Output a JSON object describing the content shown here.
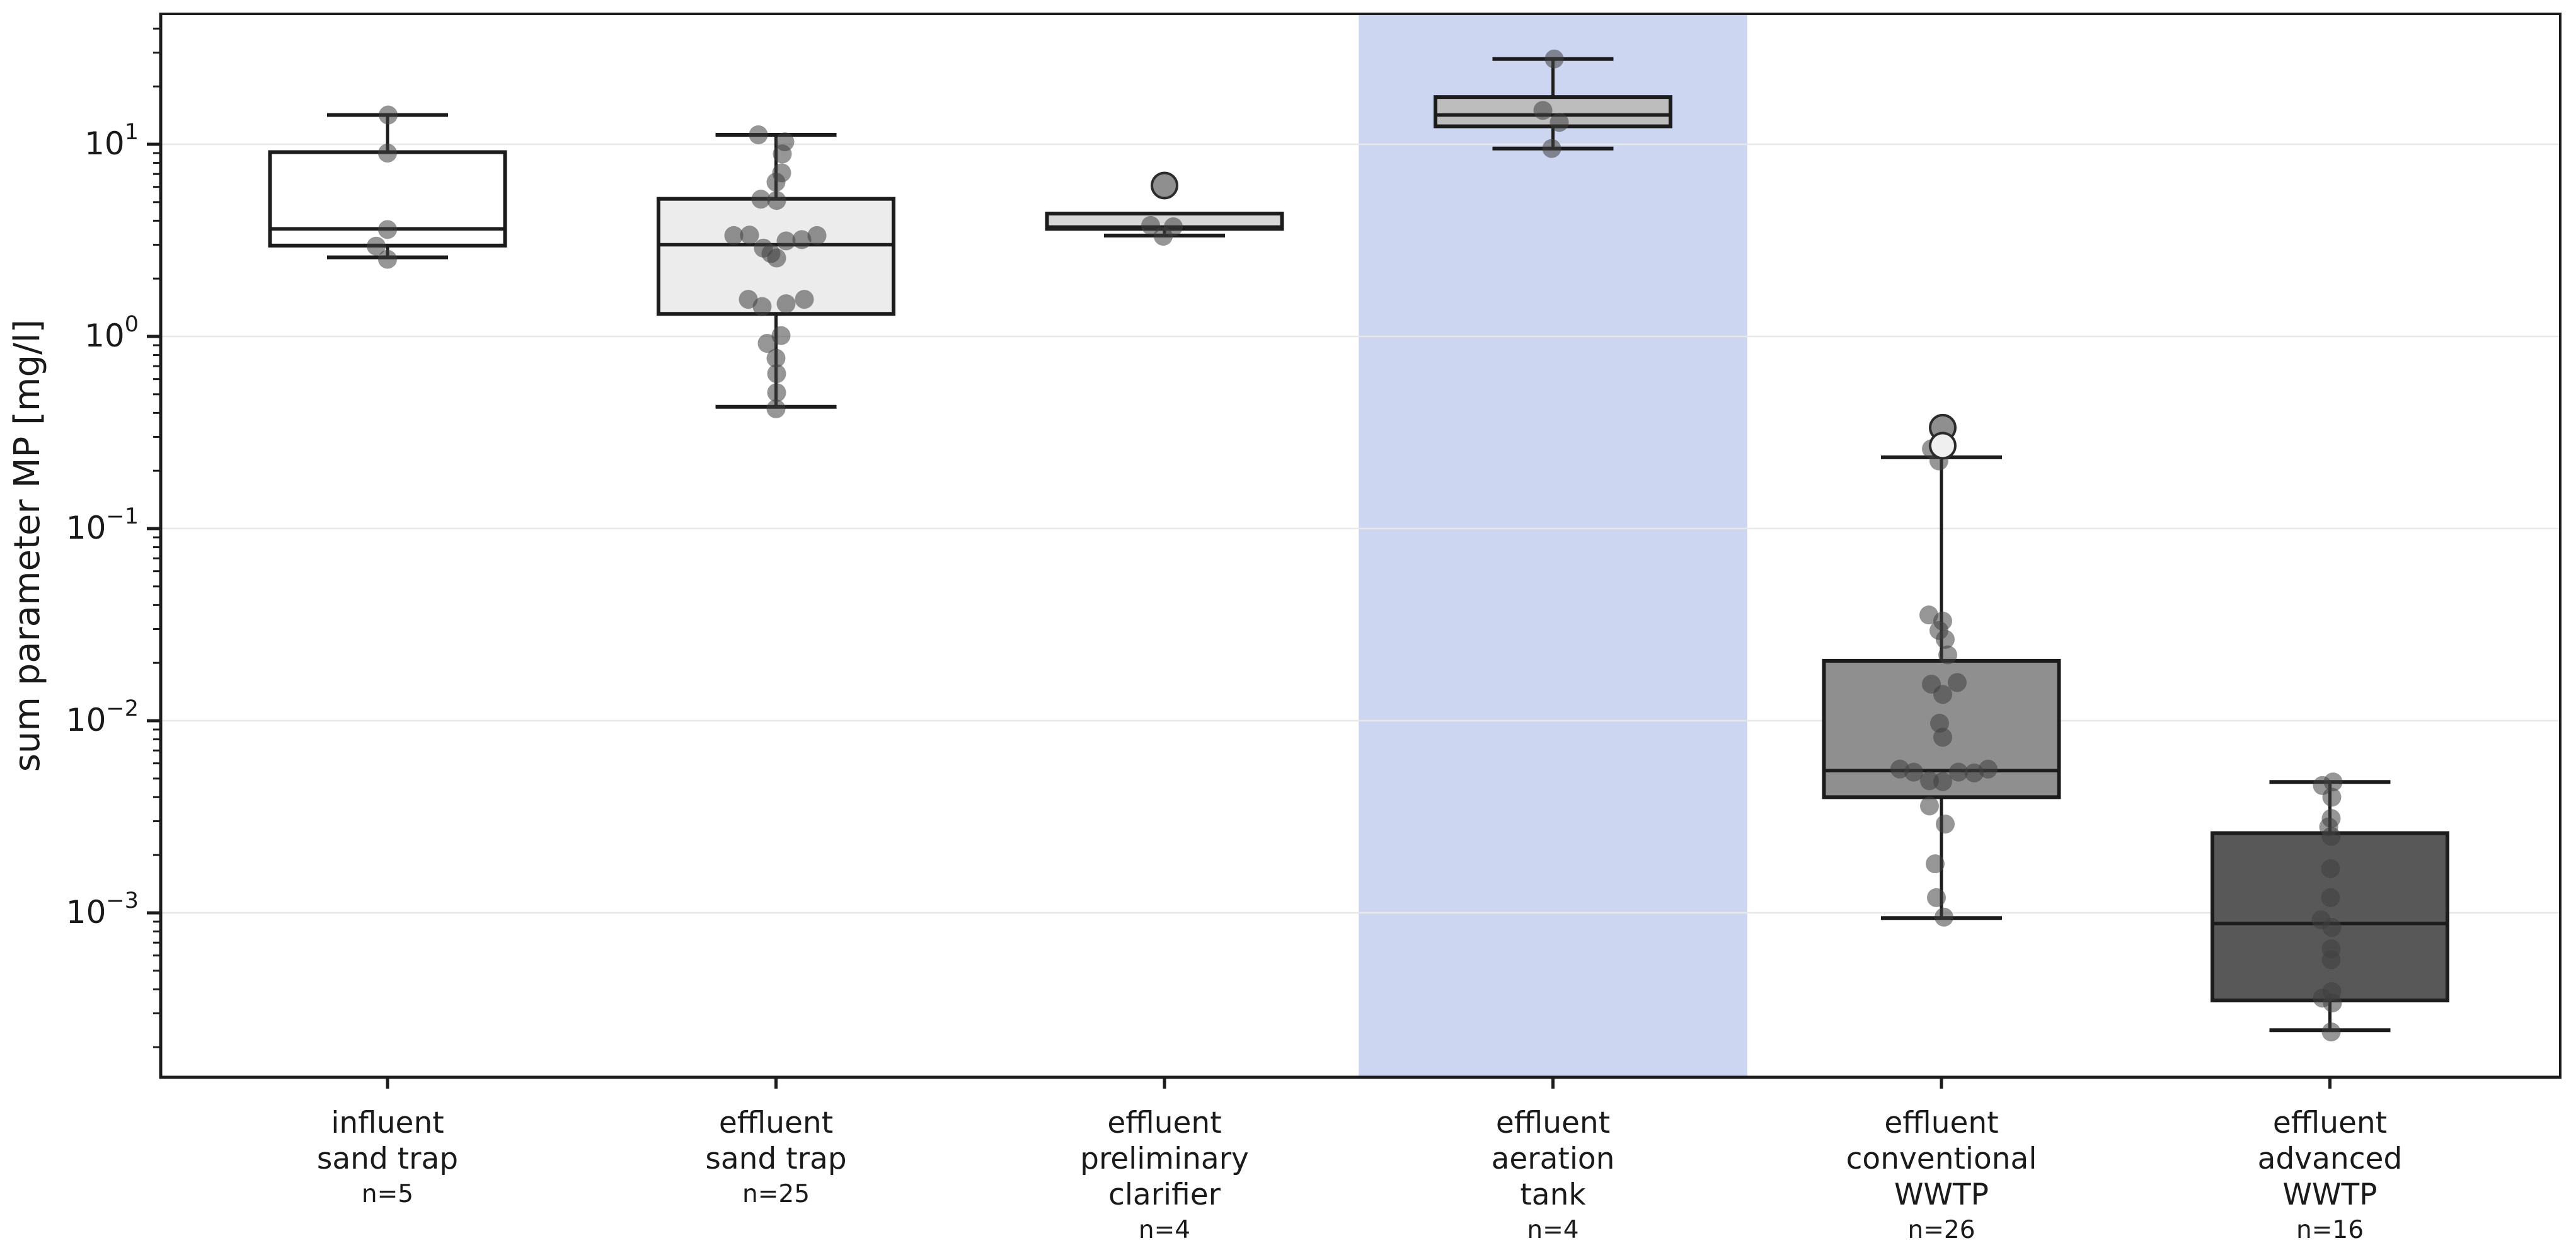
{
  "chart_data": {
    "type": "boxplot",
    "title": "",
    "ylabel": "sum parameter MP [mg/l]",
    "yscale": "log",
    "ylim": [
      0.000139,
      47.8
    ],
    "grid": "horizontal major gridlines, very light gray, on",
    "legend": "none",
    "ytick_exponents": [
      1,
      0,
      -1,
      -2,
      -3
    ],
    "ytick_labels": [
      "10¹",
      "10⁰",
      "10⁻¹",
      "10⁻²",
      "10⁻³"
    ],
    "colors": {
      "box_edge": "#1c1c1c",
      "spine": "#1c1c1c",
      "gridline": "#e8e8e8",
      "jitter_dot": "rgba(64,64,64,0.55)",
      "outlier_edge": "#2b2b2b",
      "outlier_fill_solid": "#8f8f8f",
      "outlier_fill_open": "#efefef",
      "highlight_band": "#cdd6f1"
    },
    "highlight_band": {
      "category_index": 3,
      "color": "#cdd6f1"
    },
    "categories": [
      {
        "label_lines": [
          "influent",
          "sand trap"
        ],
        "n_label": "n=5",
        "n": 5,
        "fill": "#ffffff",
        "stats": {
          "whisker_low": 2.58,
          "q1": 2.97,
          "median": 3.63,
          "q3": 9.1,
          "whisker_high": 14.2
        },
        "points": [
          [
            14.2,
            1
          ],
          [
            9.0,
            0
          ],
          [
            3.6,
            0
          ],
          [
            2.95,
            -18
          ],
          [
            2.52,
            0
          ]
        ],
        "outliers_solid": [],
        "outliers_open": []
      },
      {
        "label_lines": [
          "effluent",
          "sand trap"
        ],
        "n_label": "n=25",
        "n": 25,
        "fill": "#ececec",
        "stats": {
          "whisker_low": 0.43,
          "q1": 1.31,
          "median": 3.0,
          "q3": 5.2,
          "whisker_high": 11.2
        },
        "points": [
          [
            11.2,
            -28
          ],
          [
            10.3,
            14
          ],
          [
            8.9,
            10
          ],
          [
            7.1,
            9
          ],
          [
            6.35,
            0
          ],
          [
            5.18,
            -24
          ],
          [
            5.1,
            1
          ],
          [
            3.35,
            -67
          ],
          [
            3.37,
            -42
          ],
          [
            2.88,
            -20
          ],
          [
            2.56,
            1
          ],
          [
            3.14,
            16
          ],
          [
            3.19,
            41
          ],
          [
            3.35,
            65
          ],
          [
            2.7,
            -8
          ],
          [
            1.56,
            -44
          ],
          [
            1.43,
            -22
          ],
          [
            1.48,
            16
          ],
          [
            1.56,
            45
          ],
          [
            1.01,
            8
          ],
          [
            0.92,
            -14
          ],
          [
            0.77,
            0
          ],
          [
            0.64,
            1
          ],
          [
            0.51,
            1
          ],
          [
            0.42,
            0
          ]
        ],
        "outliers_solid": [],
        "outliers_open": []
      },
      {
        "label_lines": [
          "effluent",
          "preliminary",
          "clarifier"
        ],
        "n_label": "n=4",
        "n": 4,
        "fill": "#d7d7d7",
        "stats": {
          "whisker_low": 3.35,
          "q1": 3.63,
          "median": 3.71,
          "q3": 4.36,
          "whisker_high": 4.36
        },
        "points": [
          [
            3.78,
            -22
          ],
          [
            3.72,
            14
          ],
          [
            3.32,
            -2
          ]
        ],
        "outliers_solid": [
          [
            6.1,
            0
          ]
        ],
        "outliers_open": []
      },
      {
        "label_lines": [
          "effluent",
          "aeration",
          "tank"
        ],
        "n_label": "n=4",
        "n": 4,
        "fill": "#bdbdbd",
        "stats": {
          "whisker_low": 9.5,
          "q1": 12.4,
          "median": 14.2,
          "q3": 17.6,
          "whisker_high": 27.8
        },
        "points": [
          [
            27.8,
            2
          ],
          [
            15.0,
            -16
          ],
          [
            13.0,
            10
          ],
          [
            9.5,
            -2
          ]
        ],
        "outliers_solid": [],
        "outliers_open": []
      },
      {
        "label_lines": [
          "effluent",
          "conventional",
          "WWTP"
        ],
        "n_label": "n=26",
        "n": 26,
        "fill": "#8f8f8f",
        "stats": {
          "whisker_low": 0.00094,
          "q1": 0.004,
          "median": 0.0055,
          "q3": 0.0205,
          "whisker_high": 0.235
        },
        "points": [
          [
            0.26,
            -16
          ],
          [
            0.225,
            -4
          ],
          [
            0.0355,
            -20
          ],
          [
            0.033,
            2
          ],
          [
            0.0295,
            -4
          ],
          [
            0.0265,
            6
          ],
          [
            0.022,
            10
          ],
          [
            0.0158,
            25
          ],
          [
            0.0155,
            -16
          ],
          [
            0.0137,
            2
          ],
          [
            0.0097,
            -3
          ],
          [
            0.0082,
            2
          ],
          [
            0.0056,
            -66
          ],
          [
            0.0054,
            -44
          ],
          [
            0.00487,
            -19
          ],
          [
            0.00482,
            2
          ],
          [
            0.0054,
            27
          ],
          [
            0.00535,
            52
          ],
          [
            0.0056,
            74
          ],
          [
            0.0036,
            -19
          ],
          [
            0.0029,
            6
          ],
          [
            0.0018,
            -10
          ],
          [
            0.0012,
            -8
          ],
          [
            0.00095,
            4
          ]
        ],
        "outliers_solid": [
          [
            0.335,
            2
          ]
        ],
        "outliers_open": [
          [
            0.27,
            2
          ]
        ]
      },
      {
        "label_lines": [
          "effluent",
          "advanced",
          "WWTP"
        ],
        "n_label": "n=16",
        "n": 16,
        "fill": "#585858",
        "stats": {
          "whisker_low": 0.000245,
          "q1": 0.00035,
          "median": 0.00088,
          "q3": 0.0026,
          "whisker_high": 0.0048
        },
        "points": [
          [
            0.0048,
            5
          ],
          [
            0.0046,
            -12
          ],
          [
            0.004,
            3
          ],
          [
            0.0031,
            2
          ],
          [
            0.0028,
            -2
          ],
          [
            0.0025,
            2
          ],
          [
            0.0017,
            1
          ],
          [
            0.0012,
            1
          ],
          [
            0.00092,
            -14
          ],
          [
            0.00084,
            3
          ],
          [
            0.00065,
            2
          ],
          [
            0.00057,
            2
          ],
          [
            0.00039,
            3
          ],
          [
            0.00036,
            -12
          ],
          [
            0.00034,
            4
          ],
          [
            0.00024,
            2
          ]
        ],
        "outliers_solid": [],
        "outliers_open": []
      }
    ]
  }
}
